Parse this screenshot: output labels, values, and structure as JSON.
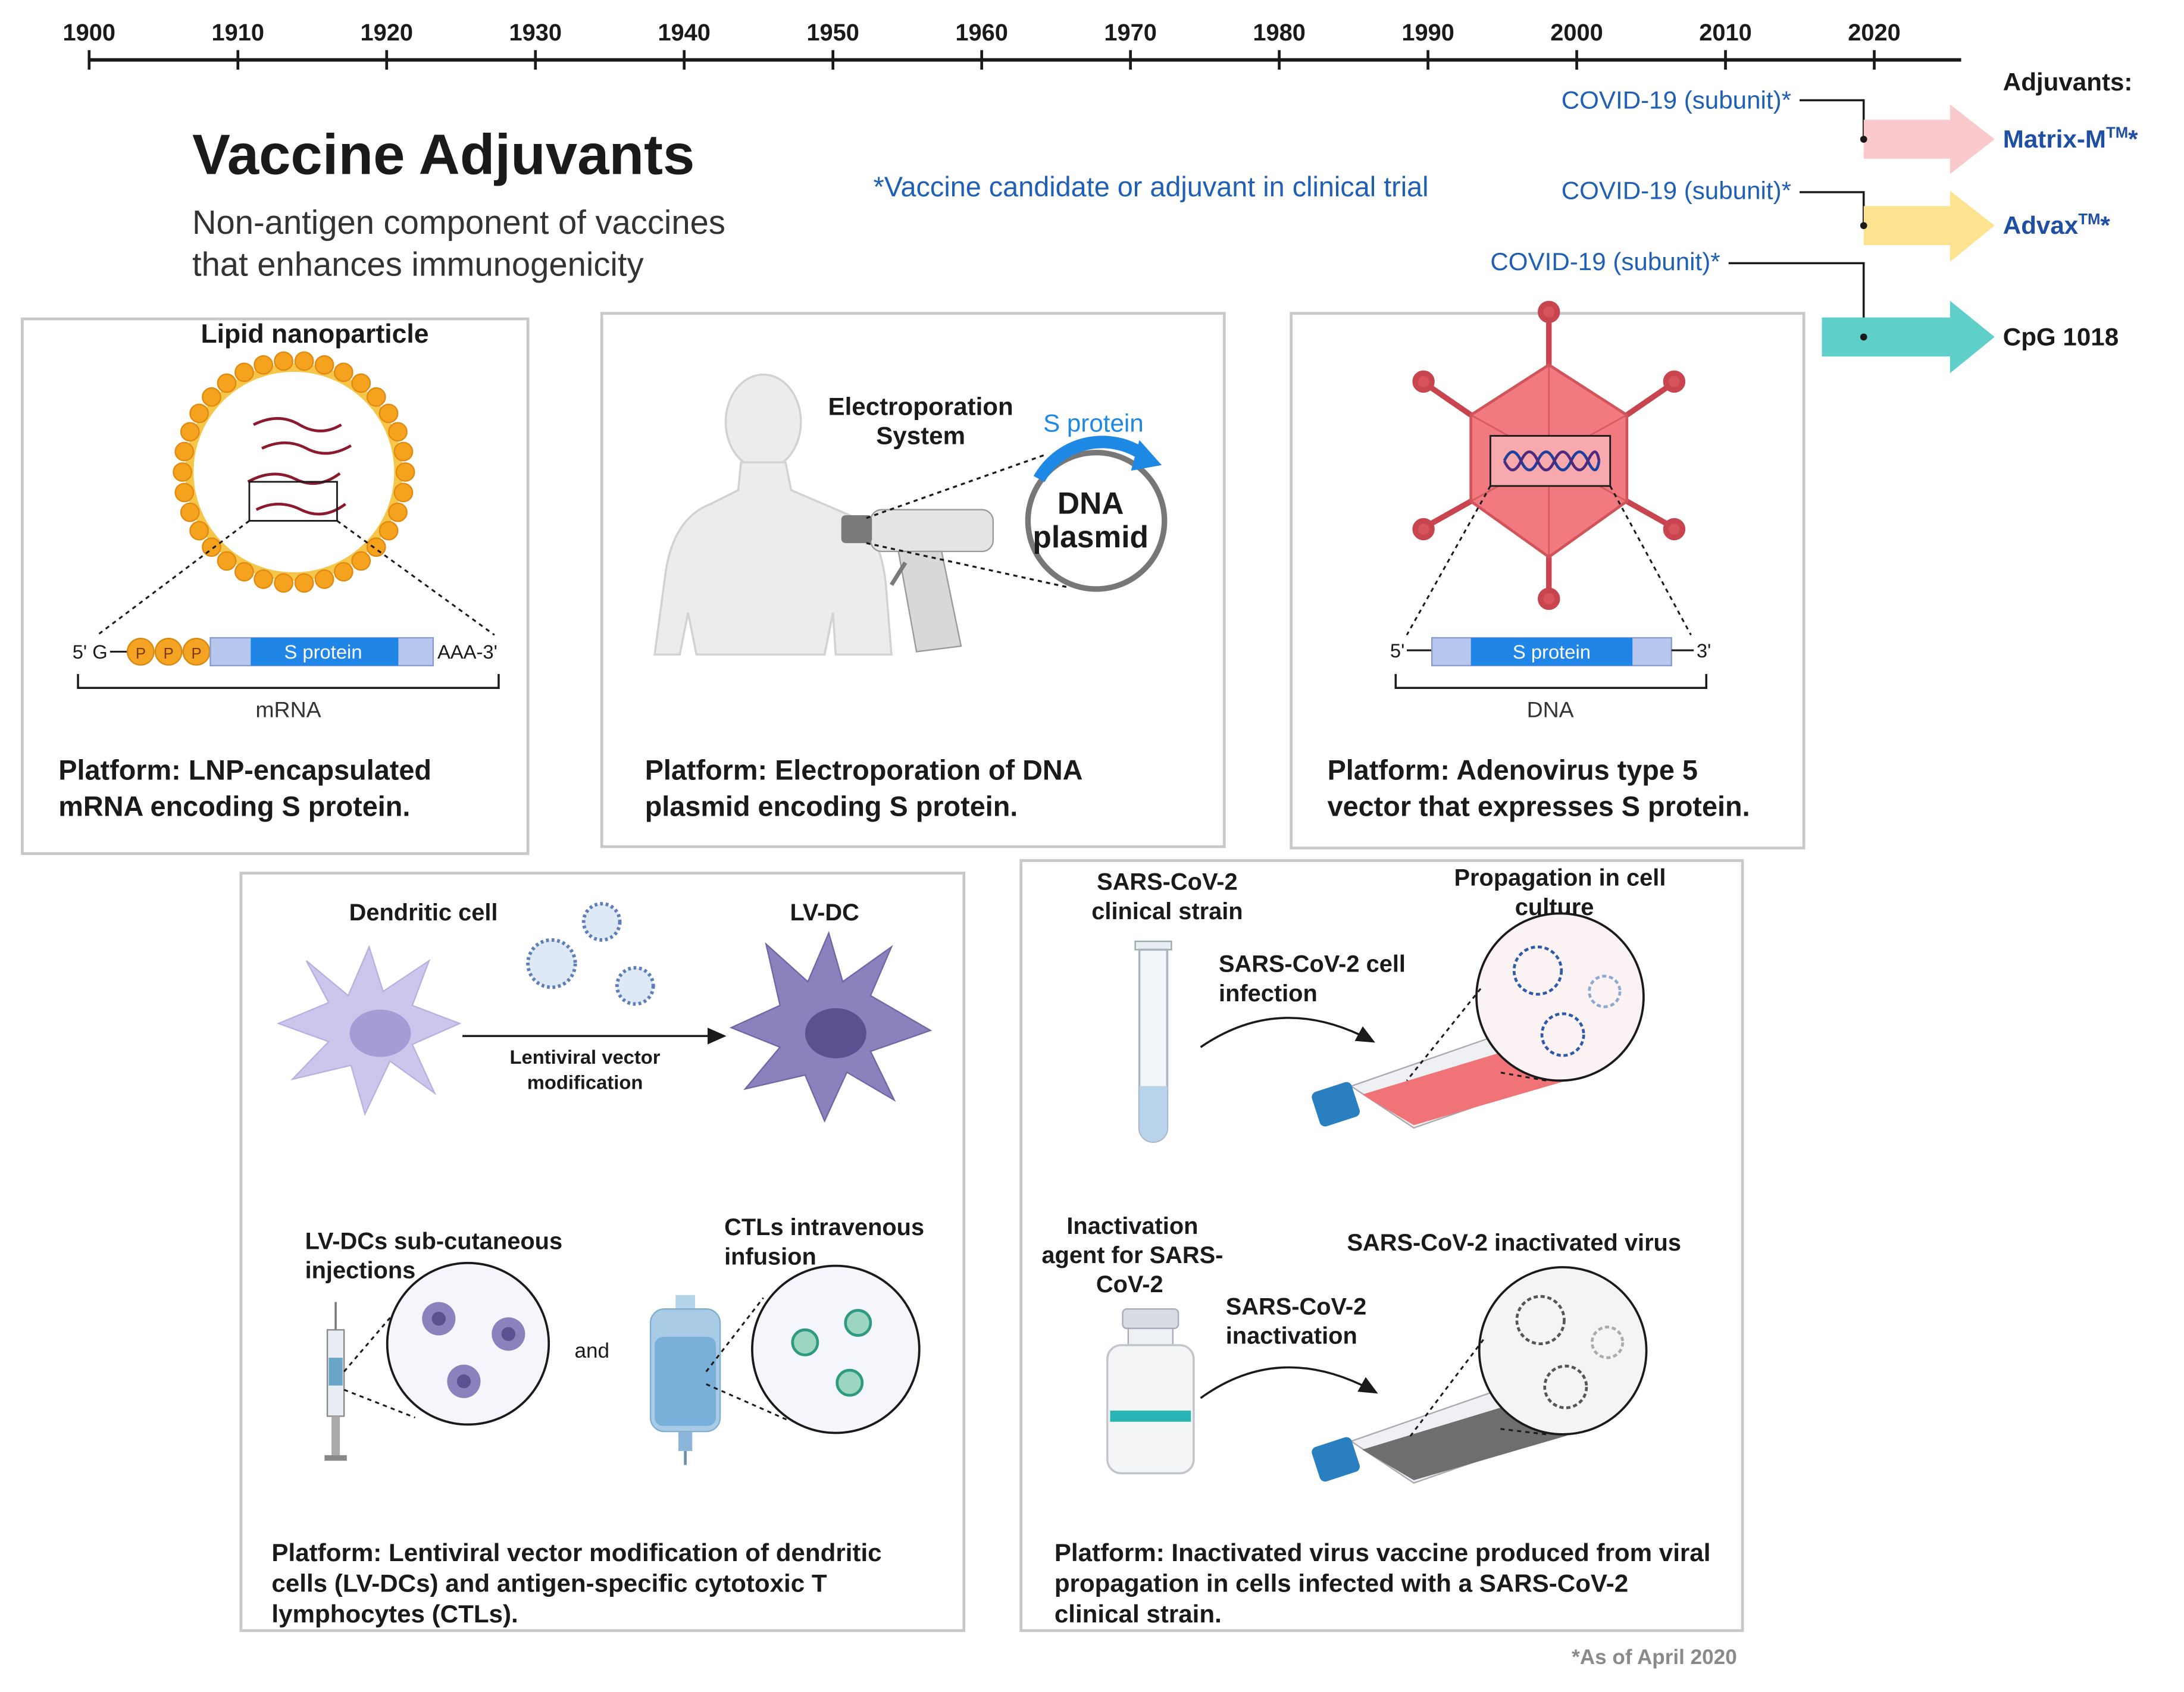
{
  "timeline": {
    "years": [
      "1900",
      "1910",
      "1920",
      "1930",
      "1940",
      "1950",
      "1960",
      "1970",
      "1980",
      "1990",
      "2000",
      "2010",
      "2020"
    ]
  },
  "title": "Vaccine Adjuvants",
  "subtitle_line1": "Non-antigen component of vaccines",
  "subtitle_line2": "that enhances immunogenicity",
  "footnote_trial": "*Vaccine candidate or adjuvant in clinical trial",
  "adjuvants": {
    "header": "Adjuvants:",
    "items": [
      {
        "vaccine": "COVID-19 (subunit)*",
        "name": "Matrix-M",
        "sup": "TM",
        "star": "*",
        "color": "#f9c9cc",
        "text_color": "#1f4fa3"
      },
      {
        "vaccine": "COVID-19 (subunit)*",
        "name": "Advax",
        "sup": "TM",
        "star": "*",
        "color": "#fde28f",
        "text_color": "#1f4fa3"
      },
      {
        "vaccine": "COVID-19 (subunit)*",
        "name": "CpG 1018",
        "sup": "",
        "star": "",
        "color": "#5fd0c9",
        "text_color": "#1a1a1a"
      }
    ]
  },
  "panels": {
    "lnp": {
      "title": "Lipid nanoparticle",
      "five_prime": "5' G",
      "p": "P",
      "gene": "S protein",
      "three_prime": "AAA-3'",
      "bracket_label": "mRNA",
      "platform_line1": "Platform: LNP-encapsulated",
      "platform_line2": "mRNA  encoding S protein."
    },
    "electroporation": {
      "system_line1": "Electroporation",
      "system_line2": "System",
      "s_protein": "S protein",
      "plasmid_line1": "DNA",
      "plasmid_line2": "plasmid",
      "platform_line1": "Platform: Electroporation of DNA",
      "platform_line2": "plasmid encoding S protein."
    },
    "adenovirus": {
      "five_prime": "5'",
      "gene": "S protein",
      "three_prime": "3'",
      "bracket_label": "DNA",
      "platform_line1": "Platform: Adenovirus type 5",
      "platform_line2": "vector that expresses S protein."
    },
    "lentiviral": {
      "dendritic": "Dendritic cell",
      "lvdc": "LV-DC",
      "arrow_line1": "Lentiviral vector",
      "arrow_line2": "modification",
      "injections_line1": "LV-DCs sub-cutaneous",
      "injections_line2": "injections",
      "and": "and",
      "ctl_line1": "CTLs intravenous",
      "ctl_line2": "infusion",
      "platform_line1": "Platform: Lentiviral vector modification of dendritic",
      "platform_line2": "cells (LV-DCs) and antigen-specific cytotoxic T",
      "platform_line3": "lymphocytes (CTLs)."
    },
    "inactivated": {
      "strain_line1": "SARS-CoV-2",
      "strain_line2": "clinical strain",
      "propagation_line1": "Propagation in cell",
      "propagation_line2": "culture",
      "infection_line1": "SARS-CoV-2  cell",
      "infection_line2": "infection",
      "agent_line1": "Inactivation",
      "agent_line2": "agent for SARS-",
      "agent_line3": "CoV-2",
      "inactivated_virus": "SARS-CoV-2 inactivated virus",
      "inactivation_line1": "SARS-CoV-2",
      "inactivation_line2": "inactivation",
      "platform_line1": "Platform: Inactivated virus vaccine produced from viral",
      "platform_line2": "propagation in cells infected with a SARS-CoV-2",
      "platform_line3": "clinical strain."
    }
  },
  "as_of": "*As of April 2020"
}
